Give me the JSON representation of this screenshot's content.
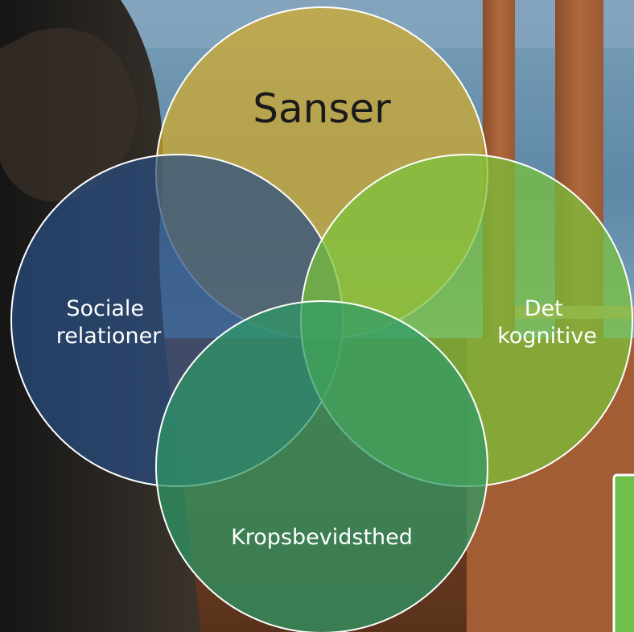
{
  "diagram": {
    "type": "venn",
    "sets": [
      {
        "id": "sanser",
        "label": "Sanser",
        "color": "#d4ab2a"
      },
      {
        "id": "sociale",
        "label_lines": [
          "Sociale",
          "relationer"
        ],
        "color": "#2a4d82"
      },
      {
        "id": "kognitive",
        "label_lines": [
          "Det",
          "kognitive"
        ],
        "color": "#7ac43a"
      },
      {
        "id": "krop",
        "label": "Kropsbevidsthed",
        "color": "#2e9a67"
      }
    ],
    "outline_color": "#ffffff",
    "side_panel_color": "#6fc04a"
  }
}
